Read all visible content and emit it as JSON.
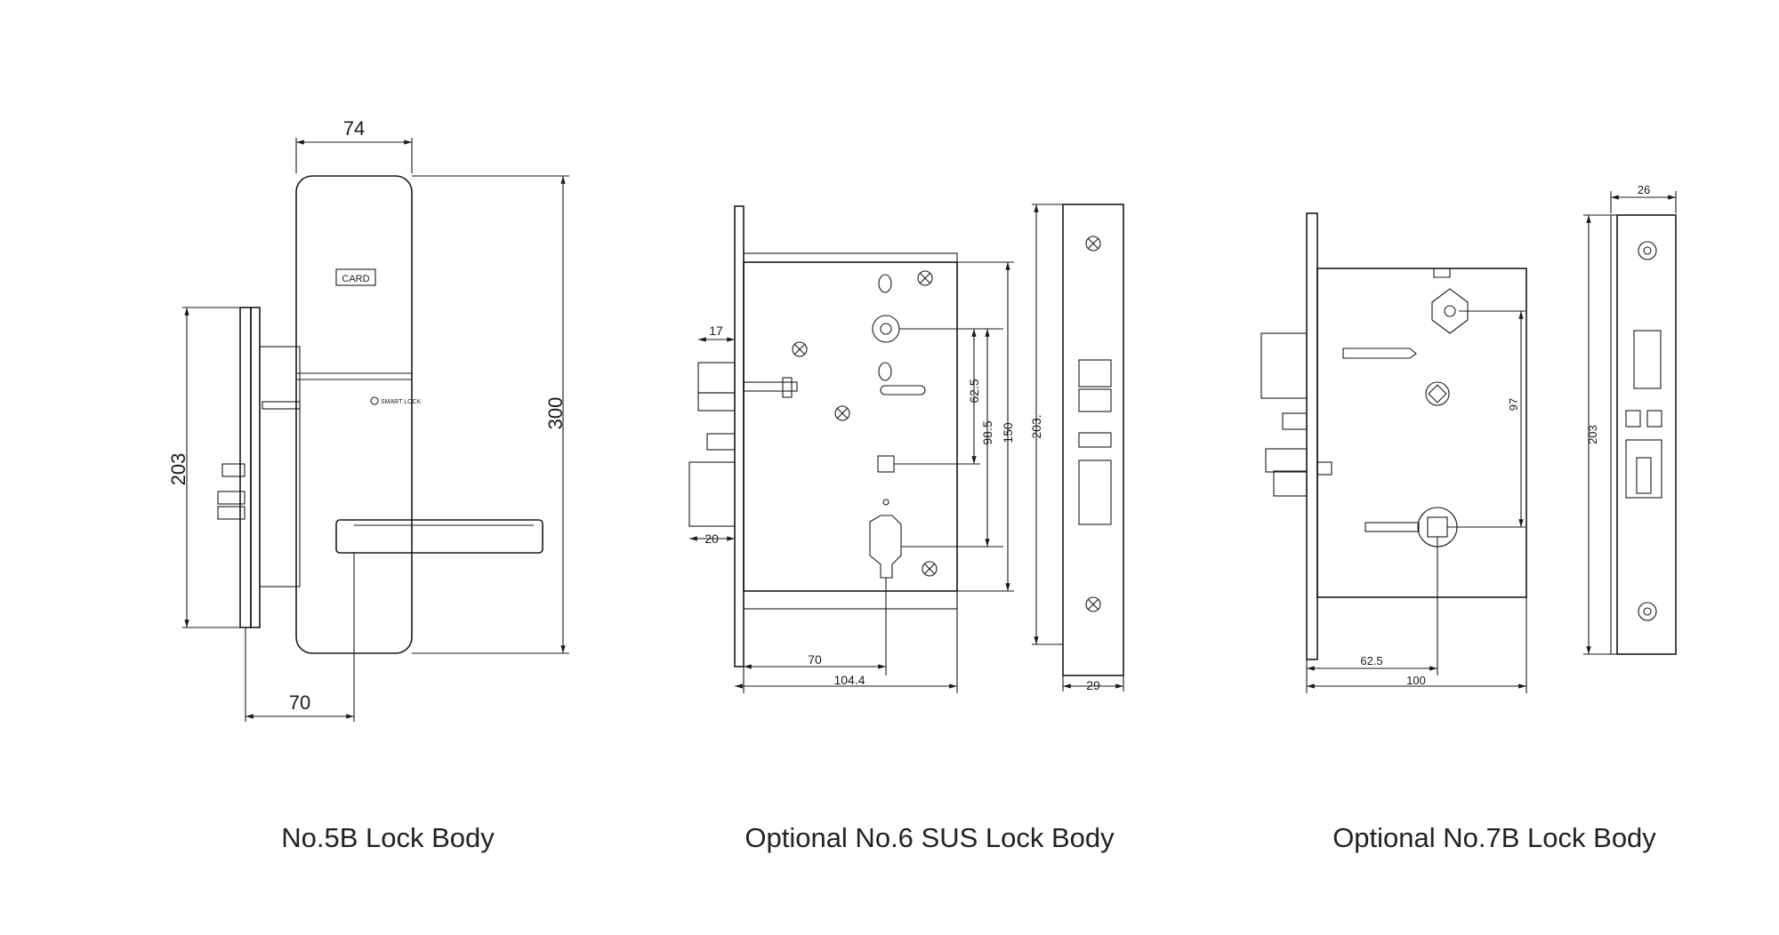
{
  "panels": [
    {
      "caption": "No.5B Lock Body",
      "dims": {
        "width": "74",
        "height": "300",
        "body": "203",
        "backset": "70"
      },
      "labels": {
        "card": "CARD",
        "brand": "SMART LOCK"
      }
    },
    {
      "caption": "Optional No.6 SUS Lock Body",
      "dims": {
        "d17": "17",
        "d20": "20",
        "d62_5": "62.5",
        "d98_5": "98.5",
        "d150": "150",
        "d203": "203.",
        "d70": "70",
        "d104_4": "104.4",
        "d29": "29"
      }
    },
    {
      "caption": "Optional No.7B Lock Body",
      "dims": {
        "d26": "26",
        "d203": "203",
        "d97": "97",
        "d62_5": "62.5",
        "d100": "100"
      }
    }
  ]
}
